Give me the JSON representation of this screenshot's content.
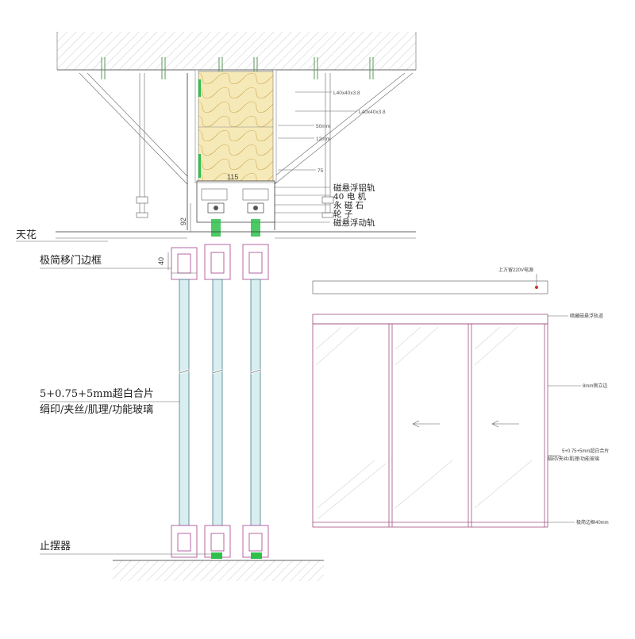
{
  "labels": {
    "ceiling": "天花",
    "frame": "极简移门边框",
    "glass_line1": "5+0.75+5mm超白合片",
    "glass_line2": "绢印/夹丝/肌理/功能玻璃",
    "stopper": "止摆器"
  },
  "section_callouts": {
    "rail": "磁悬浮铝轨",
    "motor": "40 电 机",
    "magnet": "永 磁 石",
    "wheel": "轮 子",
    "moving_rail": "磁悬浮动轨",
    "steel1": "L40x40x3.8",
    "steel2": "L40x40x3.8",
    "insulation": "50mm",
    "board": "12mm",
    "stud": "75"
  },
  "dimensions": {
    "d115": "115",
    "d92": "92",
    "d40": "40"
  },
  "elevation_callouts": {
    "power": "上方留220V电源",
    "hidden_rail": "暗藏磁悬浮轨道",
    "side_edge": "8mm侧立边",
    "glass_line1": "5+0.75+5mm超白合片",
    "glass_line2": "绢印/夹丝/肌理/功能玻璃",
    "bottom_frame": "极简边框40mm"
  },
  "colors": {
    "frame": "#b0549a",
    "glass": "#d8eef0",
    "insulation": "#f6e9b8",
    "green_parts": "#2ec04a",
    "accent_red": "#d03020"
  }
}
